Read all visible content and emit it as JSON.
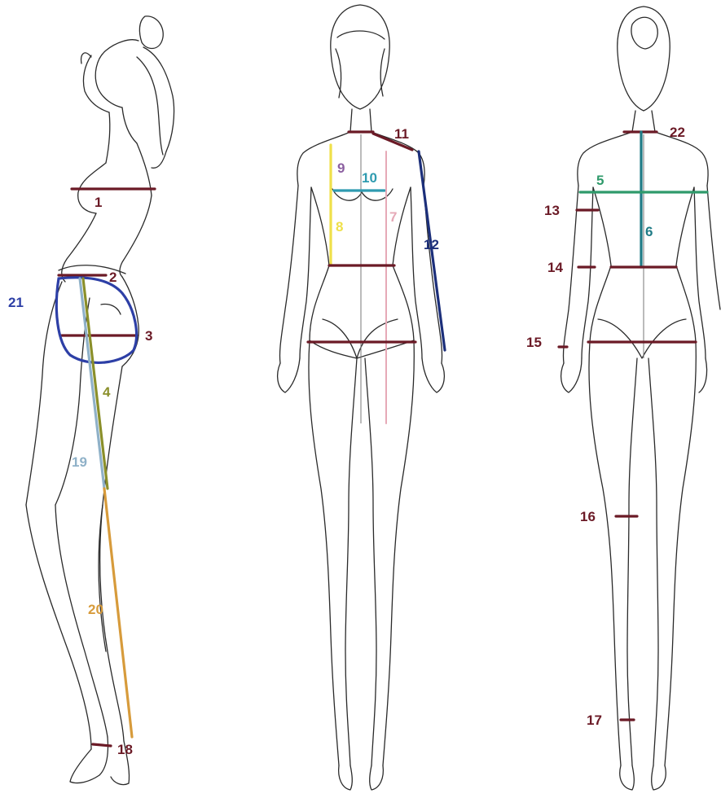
{
  "colors": {
    "maroon": "#6b1a26",
    "navy": "#1c2f7a",
    "blue": "#2d3fa6",
    "olive": "#8a8f2a",
    "lightblue": "#8fb1c8",
    "gold": "#d79b3b",
    "yellow": "#efe04a",
    "purple": "#8b5fa0",
    "teal": "#2f9bb0",
    "pink": "#e6a9b7",
    "green": "#2f9a6b",
    "darkteal": "#1f7b86"
  },
  "measurements": [
    {
      "id": "m1",
      "text": "1",
      "color": "maroon"
    },
    {
      "id": "m2",
      "text": "2",
      "color": "maroon"
    },
    {
      "id": "m3",
      "text": "3",
      "color": "maroon"
    },
    {
      "id": "m4",
      "text": "4",
      "color": "olive"
    },
    {
      "id": "m5",
      "text": "5",
      "color": "green"
    },
    {
      "id": "m6",
      "text": "6",
      "color": "darkteal"
    },
    {
      "id": "m7",
      "text": "7",
      "color": "pink"
    },
    {
      "id": "m8",
      "text": "8",
      "color": "yellow"
    },
    {
      "id": "m9",
      "text": "9",
      "color": "purple"
    },
    {
      "id": "m10",
      "text": "10",
      "color": "teal"
    },
    {
      "id": "m11",
      "text": "11",
      "color": "maroon"
    },
    {
      "id": "m12",
      "text": "12",
      "color": "navy"
    },
    {
      "id": "m13",
      "text": "13",
      "color": "maroon"
    },
    {
      "id": "m14",
      "text": "14",
      "color": "maroon"
    },
    {
      "id": "m15",
      "text": "15",
      "color": "maroon"
    },
    {
      "id": "m16",
      "text": "16",
      "color": "maroon"
    },
    {
      "id": "m17",
      "text": "17",
      "color": "maroon"
    },
    {
      "id": "m18",
      "text": "18",
      "color": "maroon"
    },
    {
      "id": "m19",
      "text": "19",
      "color": "lightblue"
    },
    {
      "id": "m20",
      "text": "20",
      "color": "gold"
    },
    {
      "id": "m21",
      "text": "21",
      "color": "blue"
    },
    {
      "id": "m22",
      "text": "22",
      "color": "maroon"
    }
  ]
}
